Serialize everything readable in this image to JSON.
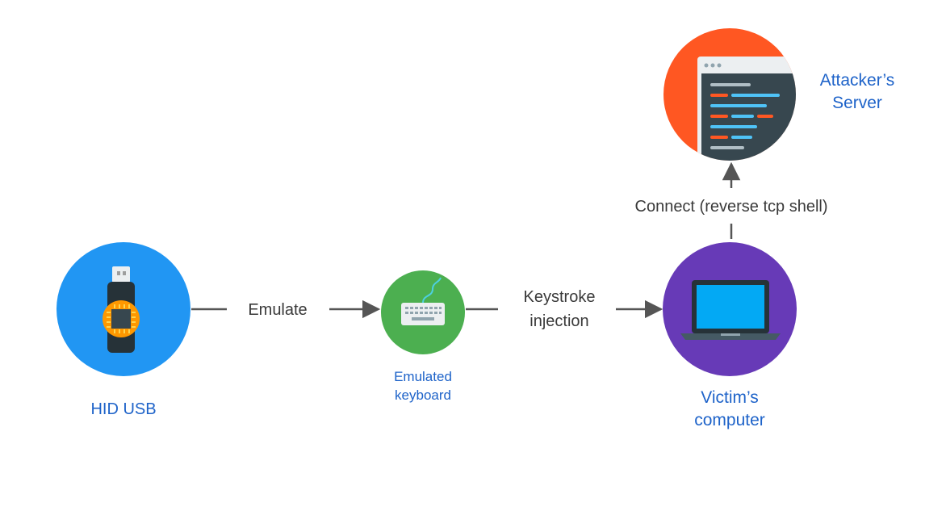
{
  "nodes": {
    "hid_usb": {
      "label": "HID USB",
      "color": "#2196f3"
    },
    "keyboard": {
      "label_line1": "Emulated",
      "label_line2": "keyboard",
      "color": "#4caf50"
    },
    "victim": {
      "label_line1": "Victim’s",
      "label_line2": "computer",
      "color": "#673ab7"
    },
    "server": {
      "label_line1": "Attacker’s",
      "label_line2": "Server",
      "color": "#ff5722"
    }
  },
  "edges": {
    "emulate": {
      "label": "Emulate"
    },
    "keystroke": {
      "label_line1": "Keystroke",
      "label_line2": "injection"
    },
    "connect": {
      "label": "Connect (reverse tcp shell)"
    }
  },
  "colors": {
    "label_blue": "#1e63c9",
    "label_dark": "#3a3a3a",
    "arrow": "#555555",
    "screen_blue": "#03a9f4",
    "terminal_bg": "#37474f"
  },
  "icons": [
    "usb-drive-icon",
    "keyboard-icon",
    "laptop-icon",
    "terminal-window-icon"
  ]
}
